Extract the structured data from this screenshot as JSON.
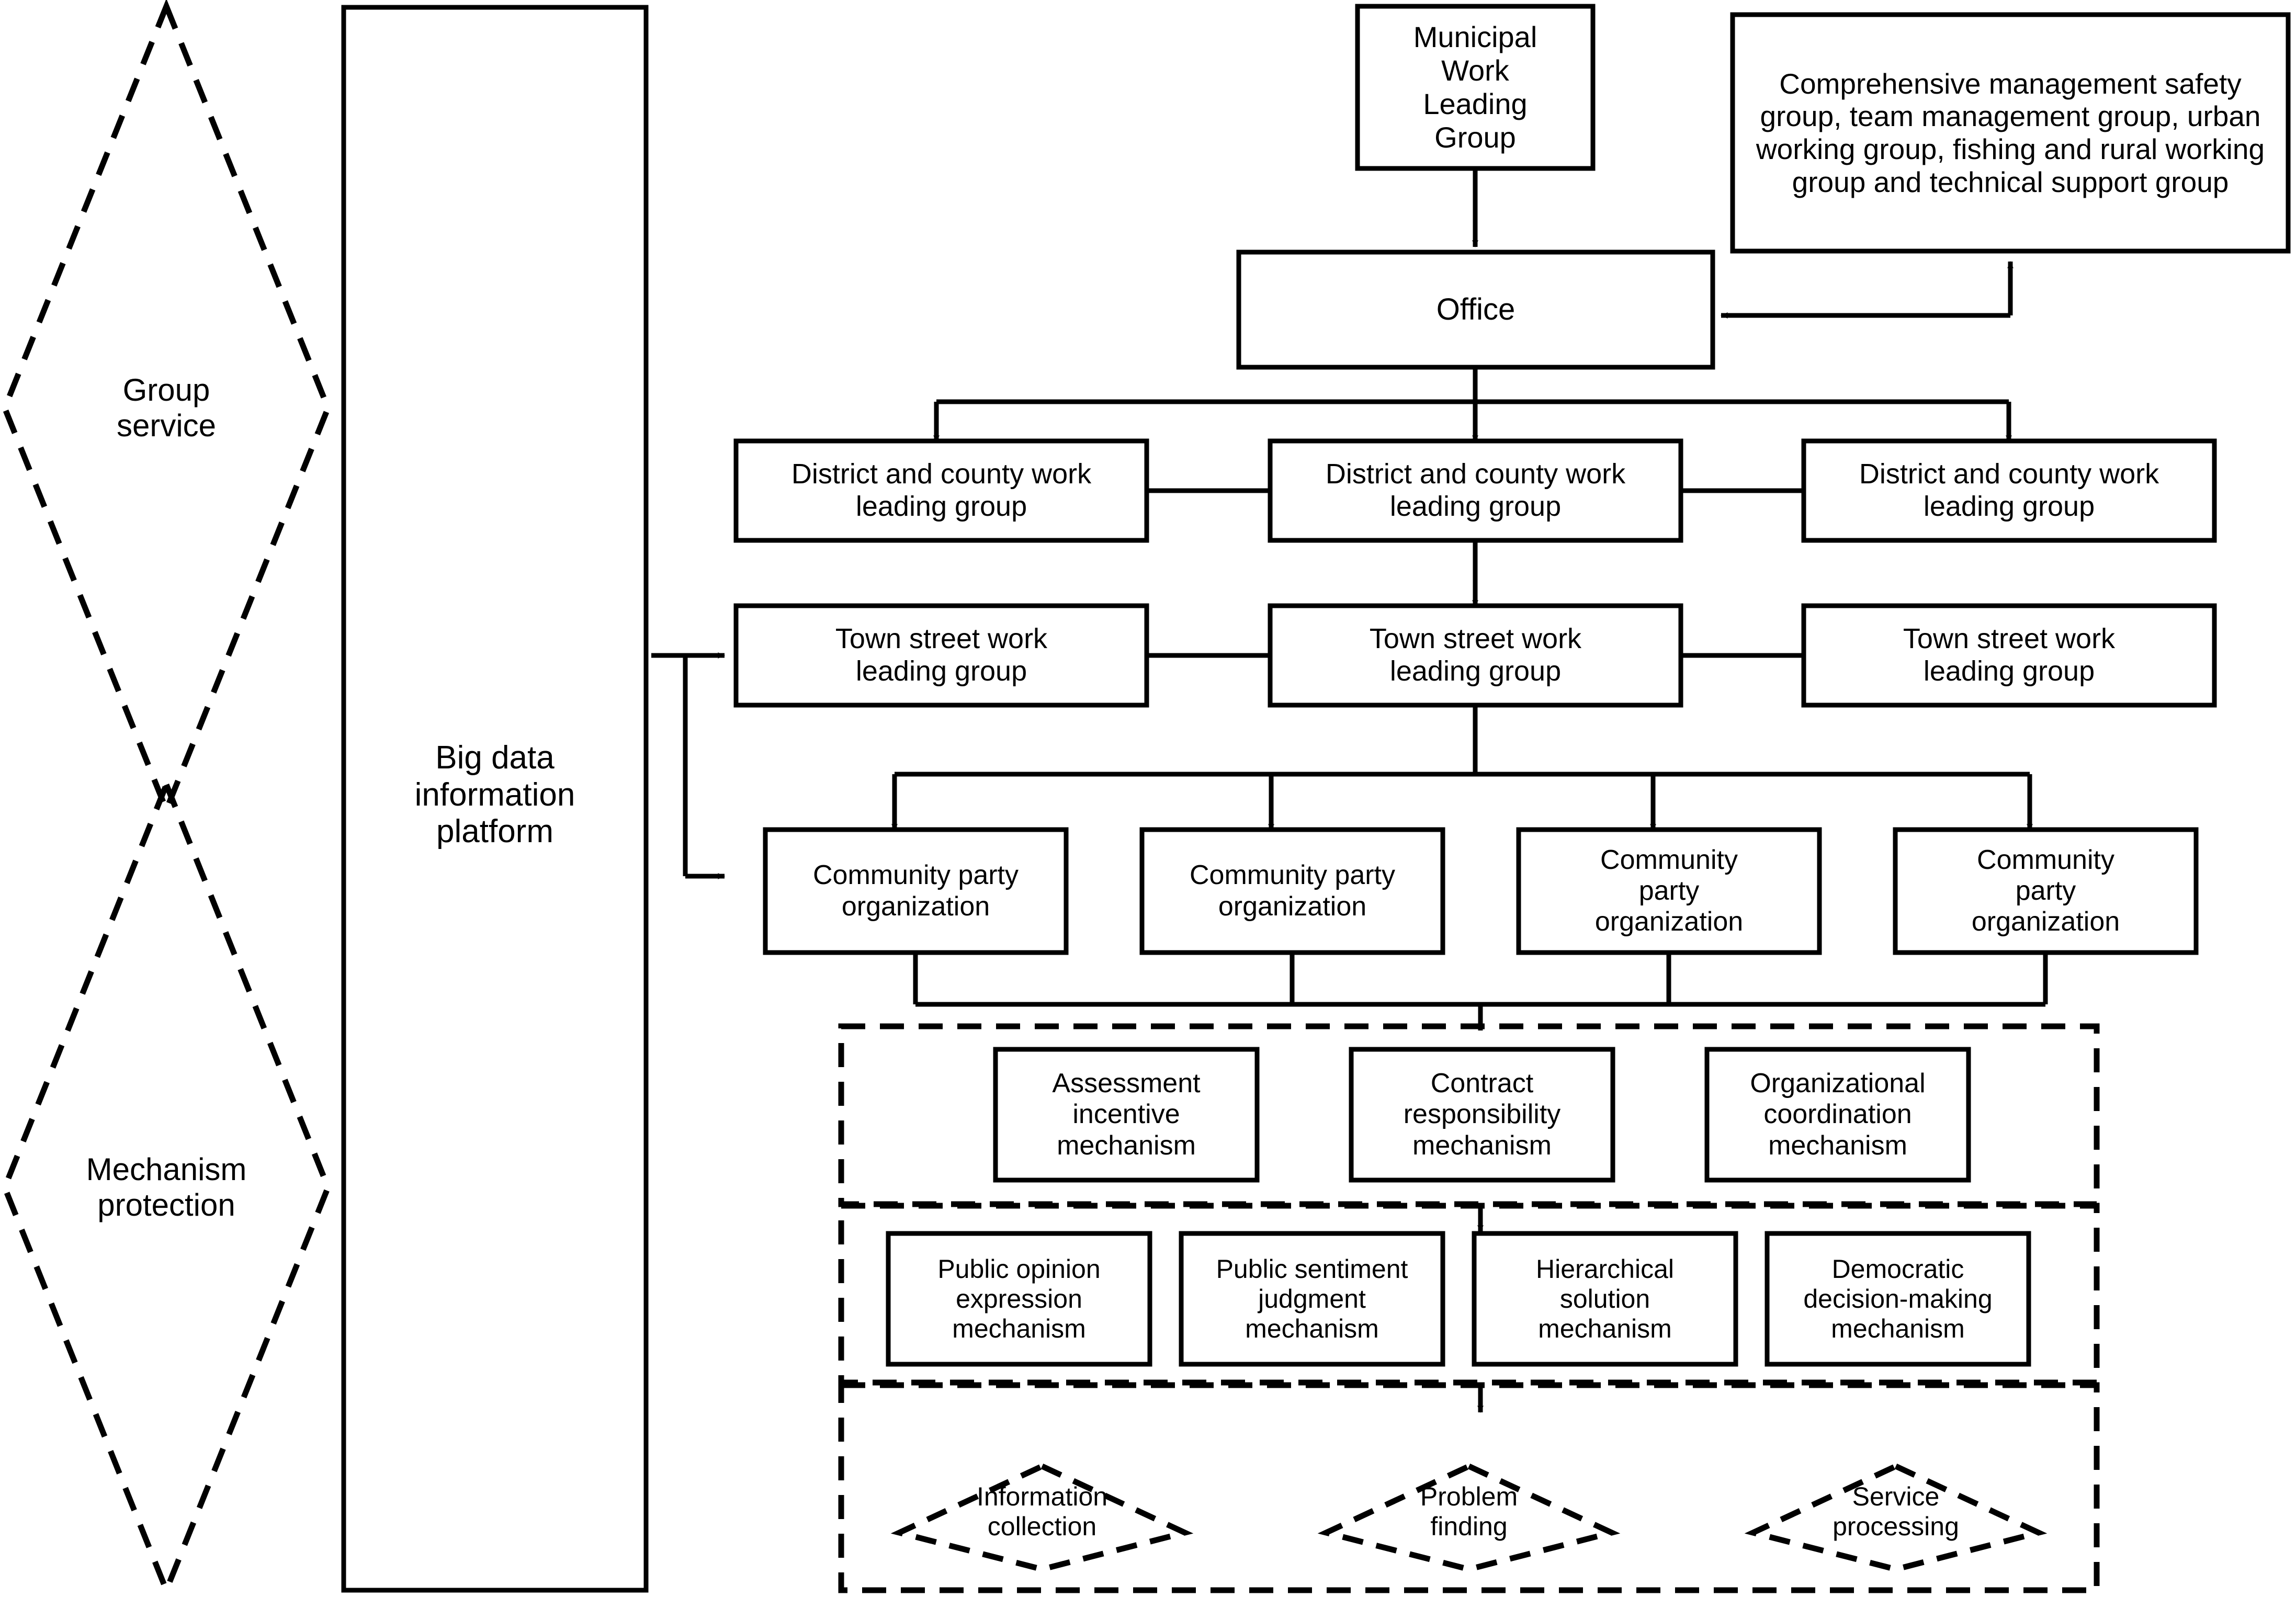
{
  "diagram": {
    "title": "Grid governance organizational structure flowchart",
    "stroke_color": "#000000",
    "fill_color": "#ffffff"
  },
  "left_panel": {
    "diamonds": [
      {
        "id": "group-service",
        "label": "Group\nservice"
      },
      {
        "id": "mechanism-protection",
        "label": "Mechanism\nprotection"
      }
    ],
    "platform": {
      "id": "big-data-platform",
      "label": "Big data\ninformation\nplatform"
    }
  },
  "hierarchy": {
    "root": {
      "id": "municipal-work-leading-group",
      "label": "Municipal\nWork\nLeading\nGroup"
    },
    "office": {
      "id": "office",
      "label": "Office"
    },
    "support": {
      "id": "comprehensive-management-groups",
      "label": "Comprehensive management safety group, team management group, urban working group, fishing and rural working group and technical support group"
    },
    "district_row": {
      "label": "District and county work leading group",
      "items": [
        {
          "label": "District and county work\nleading group"
        },
        {
          "label": "District and county work\nleading group"
        },
        {
          "label": "District and county work\nleading group"
        }
      ]
    },
    "town_row": {
      "label": "Town street work leading group",
      "items": [
        {
          "label": "Town street work\nleading group"
        },
        {
          "label": "Town street work\nleading group"
        },
        {
          "label": "Town street work\nleading group"
        }
      ]
    },
    "community_row": {
      "label": "Community party organization",
      "items": [
        {
          "label": "Community party\norganization"
        },
        {
          "label": "Community party\norganization"
        },
        {
          "label": "Community\nparty\norganization"
        },
        {
          "label": "Community\nparty\norganization"
        }
      ]
    }
  },
  "mechanism_groups": [
    {
      "id": "management-mechanisms",
      "items": [
        {
          "label": "Assessment\nincentive\nmechanism"
        },
        {
          "label": "Contract\nresponsibility\nmechanism"
        },
        {
          "label": "Organizational\ncoordination\nmechanism"
        }
      ]
    },
    {
      "id": "participation-mechanisms",
      "items": [
        {
          "label": "Public opinion\nexpression\nmechanism"
        },
        {
          "label": "Public sentiment\njudgment\nmechanism"
        },
        {
          "label": "Hierarchical\nsolution\nmechanism"
        },
        {
          "label": "Democratic\ndecision-making\nmechanism"
        }
      ]
    }
  ],
  "process_group": {
    "id": "service-process",
    "items": [
      {
        "label": "Information\ncollection"
      },
      {
        "label": "Problem\nfinding"
      },
      {
        "label": "Service\nprocessing"
      }
    ]
  }
}
